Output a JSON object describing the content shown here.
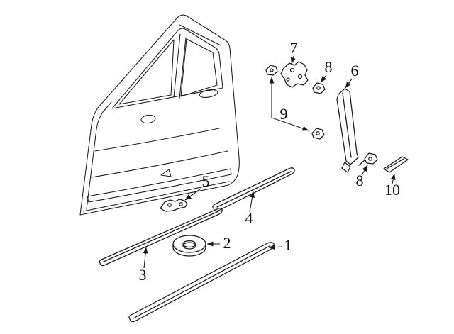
{
  "diagram": {
    "background_color": "#ffffff",
    "line_color": "#1a1a1a",
    "callouts": [
      {
        "label": "1"
      },
      {
        "label": "2"
      },
      {
        "label": "3"
      },
      {
        "label": "4"
      },
      {
        "label": "5"
      },
      {
        "label": "6"
      },
      {
        "label": "7"
      },
      {
        "label": "8"
      },
      {
        "label": "8"
      },
      {
        "label": "9"
      },
      {
        "label": "10"
      }
    ]
  }
}
